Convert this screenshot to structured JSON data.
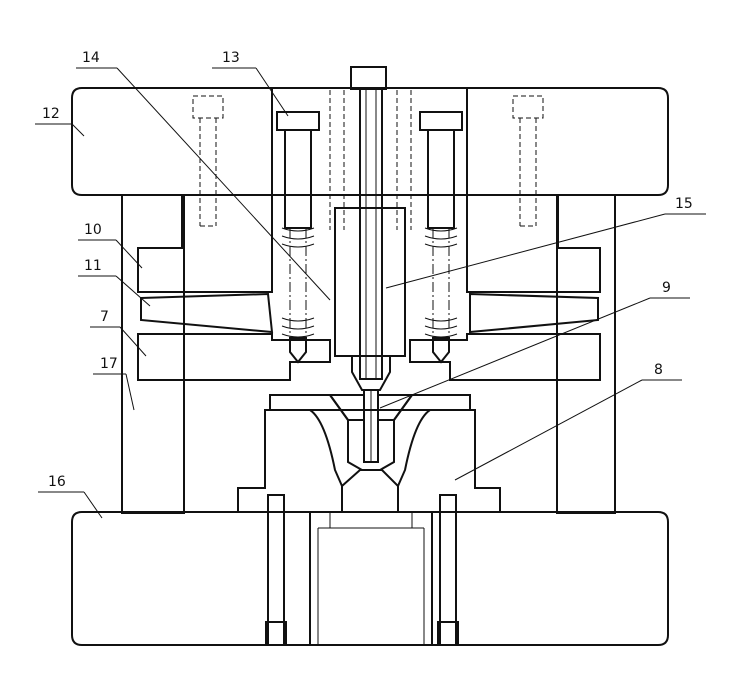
{
  "labels": {
    "l14": "14",
    "l13": "13",
    "l12": "12",
    "l10": "10",
    "l11": "11",
    "l7": "7",
    "l17": "17",
    "l16": "16",
    "l15": "15",
    "l9": "9",
    "l8": "8"
  }
}
